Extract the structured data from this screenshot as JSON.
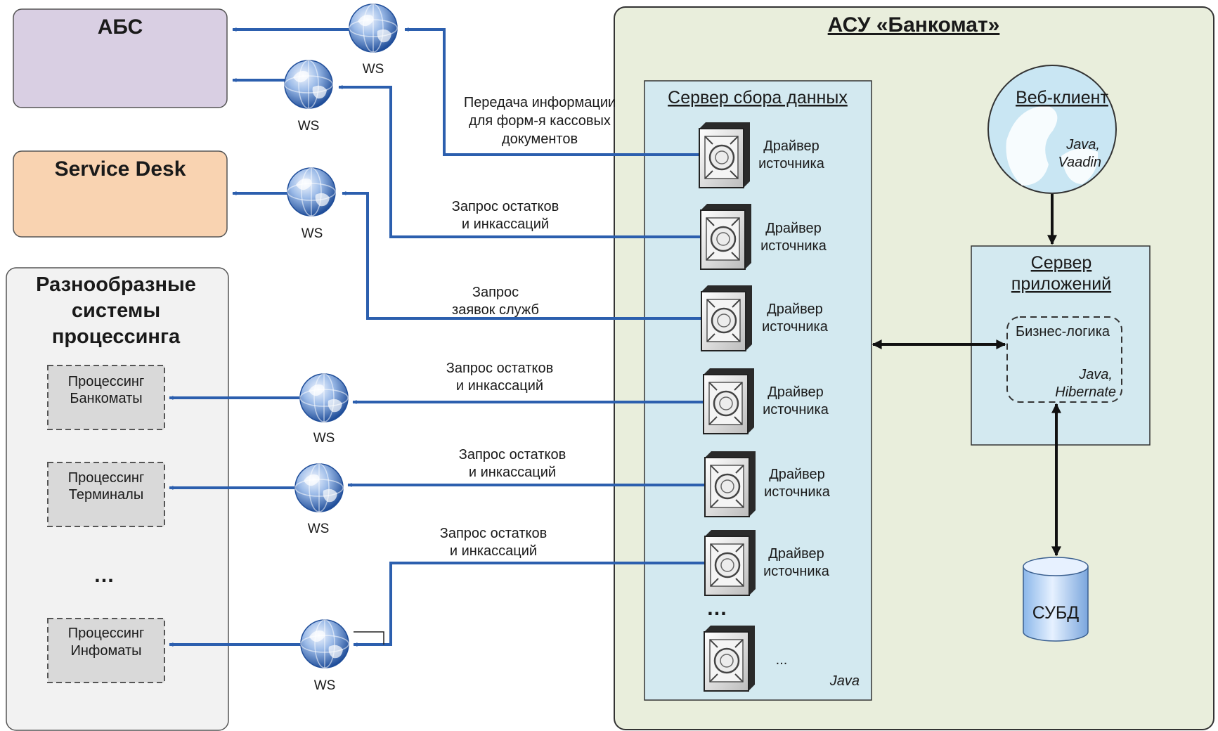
{
  "left": {
    "abs_title": "АБС",
    "sd_title": "Service Desk",
    "proc_title": [
      "Разнообразные",
      "системы",
      "процессинга"
    ],
    "proc_atm": [
      "Процессинг",
      "Банкоматы"
    ],
    "proc_term": [
      "Процессинг",
      "Терминалы"
    ],
    "proc_dots": "…",
    "proc_info": [
      "Процессинг",
      "Инфоматы"
    ]
  },
  "ws_label": "WS",
  "flows": {
    "f1": [
      "Передача информации",
      "для форм-я кассовых",
      "документов"
    ],
    "f2": [
      "Запрос остатков",
      "и инкассаций"
    ],
    "f3": [
      "Запрос",
      "заявок служб"
    ],
    "f4": [
      "Запрос остатков",
      "и инкассаций"
    ],
    "f5": [
      "Запрос остатков",
      "и инкассаций"
    ],
    "f6": [
      "Запрос остатков",
      "и инкассаций"
    ]
  },
  "asu": {
    "title": "АСУ «Банкомат»",
    "collector_title": "Сервер сбора данных",
    "driver": [
      "Драйвер",
      "источника"
    ],
    "drivers_dots": "…",
    "last_driver": "...",
    "collector_lang": "Java",
    "web_title": "Веб-клиент",
    "web_tech": [
      "Java,",
      "Vaadin"
    ],
    "app_title": [
      "Сервер",
      "приложений"
    ],
    "biz_title": "Бизнес-логика",
    "biz_tech": [
      "Java,",
      "Hibernate"
    ],
    "db": "СУБД"
  },
  "colors": {
    "wire": "#2c5fae",
    "abs_fill": "#d9cfe3",
    "service_desk_fill": "#f9d3b1",
    "processing_fill": "#f2f2f2",
    "asu_fill": "#e9eedc",
    "server_fill": "#d3e9f0"
  }
}
